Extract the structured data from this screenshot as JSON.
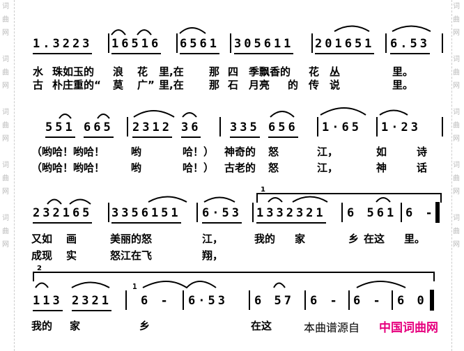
{
  "watermark": "词曲网",
  "rows": [
    {
      "measures": [
        "1.3223",
        "16516",
        "6561",
        "305611",
        "201651",
        "6.53"
      ],
      "lyrics1": [
        "水",
        "珠如玉的",
        "浪",
        "花",
        "里,在",
        "那",
        "四",
        "季飘香的",
        "花",
        "丛",
        "里。"
      ],
      "lyrics2": [
        "古",
        "朴庄重的“",
        "莫",
        "广”",
        "里,在",
        "那",
        "石",
        "月亮",
        "的",
        "传",
        "说",
        "里。"
      ]
    },
    {
      "measures": [
        "551",
        "665",
        "2312",
        "36",
        "335",
        "656",
        "1·65",
        "1·23"
      ],
      "lyrics1": [
        "（哟哈！哟哈！",
        "哟",
        "哈！）",
        "神奇的",
        "怒",
        "江，",
        "如",
        "诗"
      ],
      "lyrics2": [
        "（哟哈！哟哈！",
        "哟",
        "哈！）",
        "古老的",
        "怒",
        "江，",
        "神",
        "话"
      ]
    },
    {
      "volta": "1",
      "measures": [
        "232165",
        "3356151",
        "6·53",
        "1332321",
        "6 561",
        "6 -"
      ],
      "lyrics1": [
        "又如",
        "画",
        "美丽的怒",
        "江，",
        "我的",
        "家",
        "乡",
        "在这",
        "里。"
      ],
      "lyrics2": [
        "成现",
        "实",
        "怒江在飞",
        "翔，"
      ]
    },
    {
      "volta": "2",
      "grace": "1",
      "measures": [
        "113",
        "2321",
        "6 -",
        "6·53",
        "6 57",
        "6 -",
        "6 -",
        "6 0"
      ],
      "lyrics1": [
        "我的",
        "家",
        "乡",
        "在这"
      ]
    }
  ],
  "source": {
    "prefix": "本曲谱源自",
    "site": "中国词曲网",
    "site_color": "#e6007e"
  }
}
